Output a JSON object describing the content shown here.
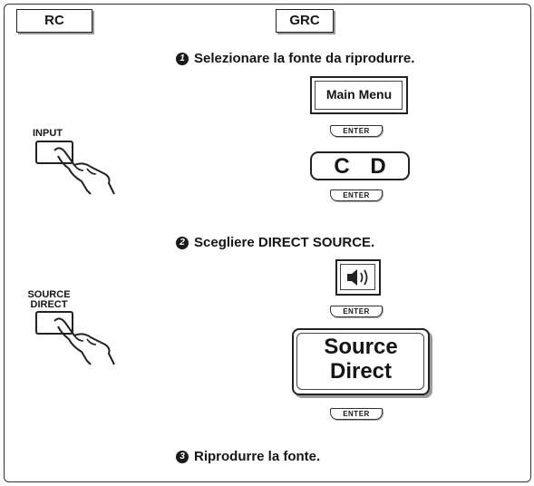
{
  "columns": {
    "rc": "RC",
    "grc": "GRC"
  },
  "steps": [
    {
      "number": "1",
      "text": "Selezionare la fonte da riprodurre."
    },
    {
      "number": "2",
      "text": "Scegliere DIRECT SOURCE."
    },
    {
      "number": "3",
      "text": "Riprodurre la fonte."
    }
  ],
  "remote_buttons": {
    "input": "INPUT",
    "source_direct": "SOURCE\nDIRECT"
  },
  "screens": {
    "main_menu": "Main Menu",
    "cd": "C D",
    "speaker_icon": "speaker-sound-icon",
    "source_direct": "Source\nDirect"
  },
  "enter_label": "ENTER"
}
